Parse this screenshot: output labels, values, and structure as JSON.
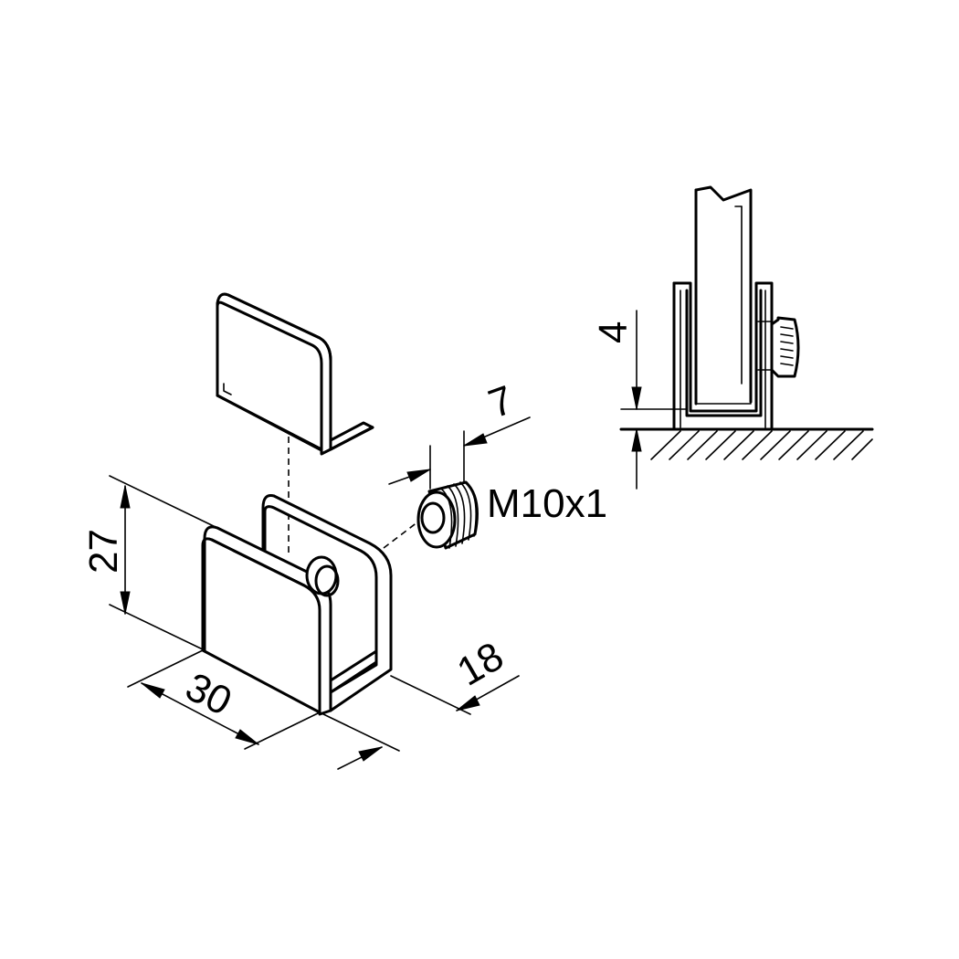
{
  "dimensions": {
    "height": "27",
    "width": "30",
    "depth": "18",
    "thread_length": "7",
    "gap": "4"
  },
  "callouts": {
    "thread": "M10x1"
  }
}
